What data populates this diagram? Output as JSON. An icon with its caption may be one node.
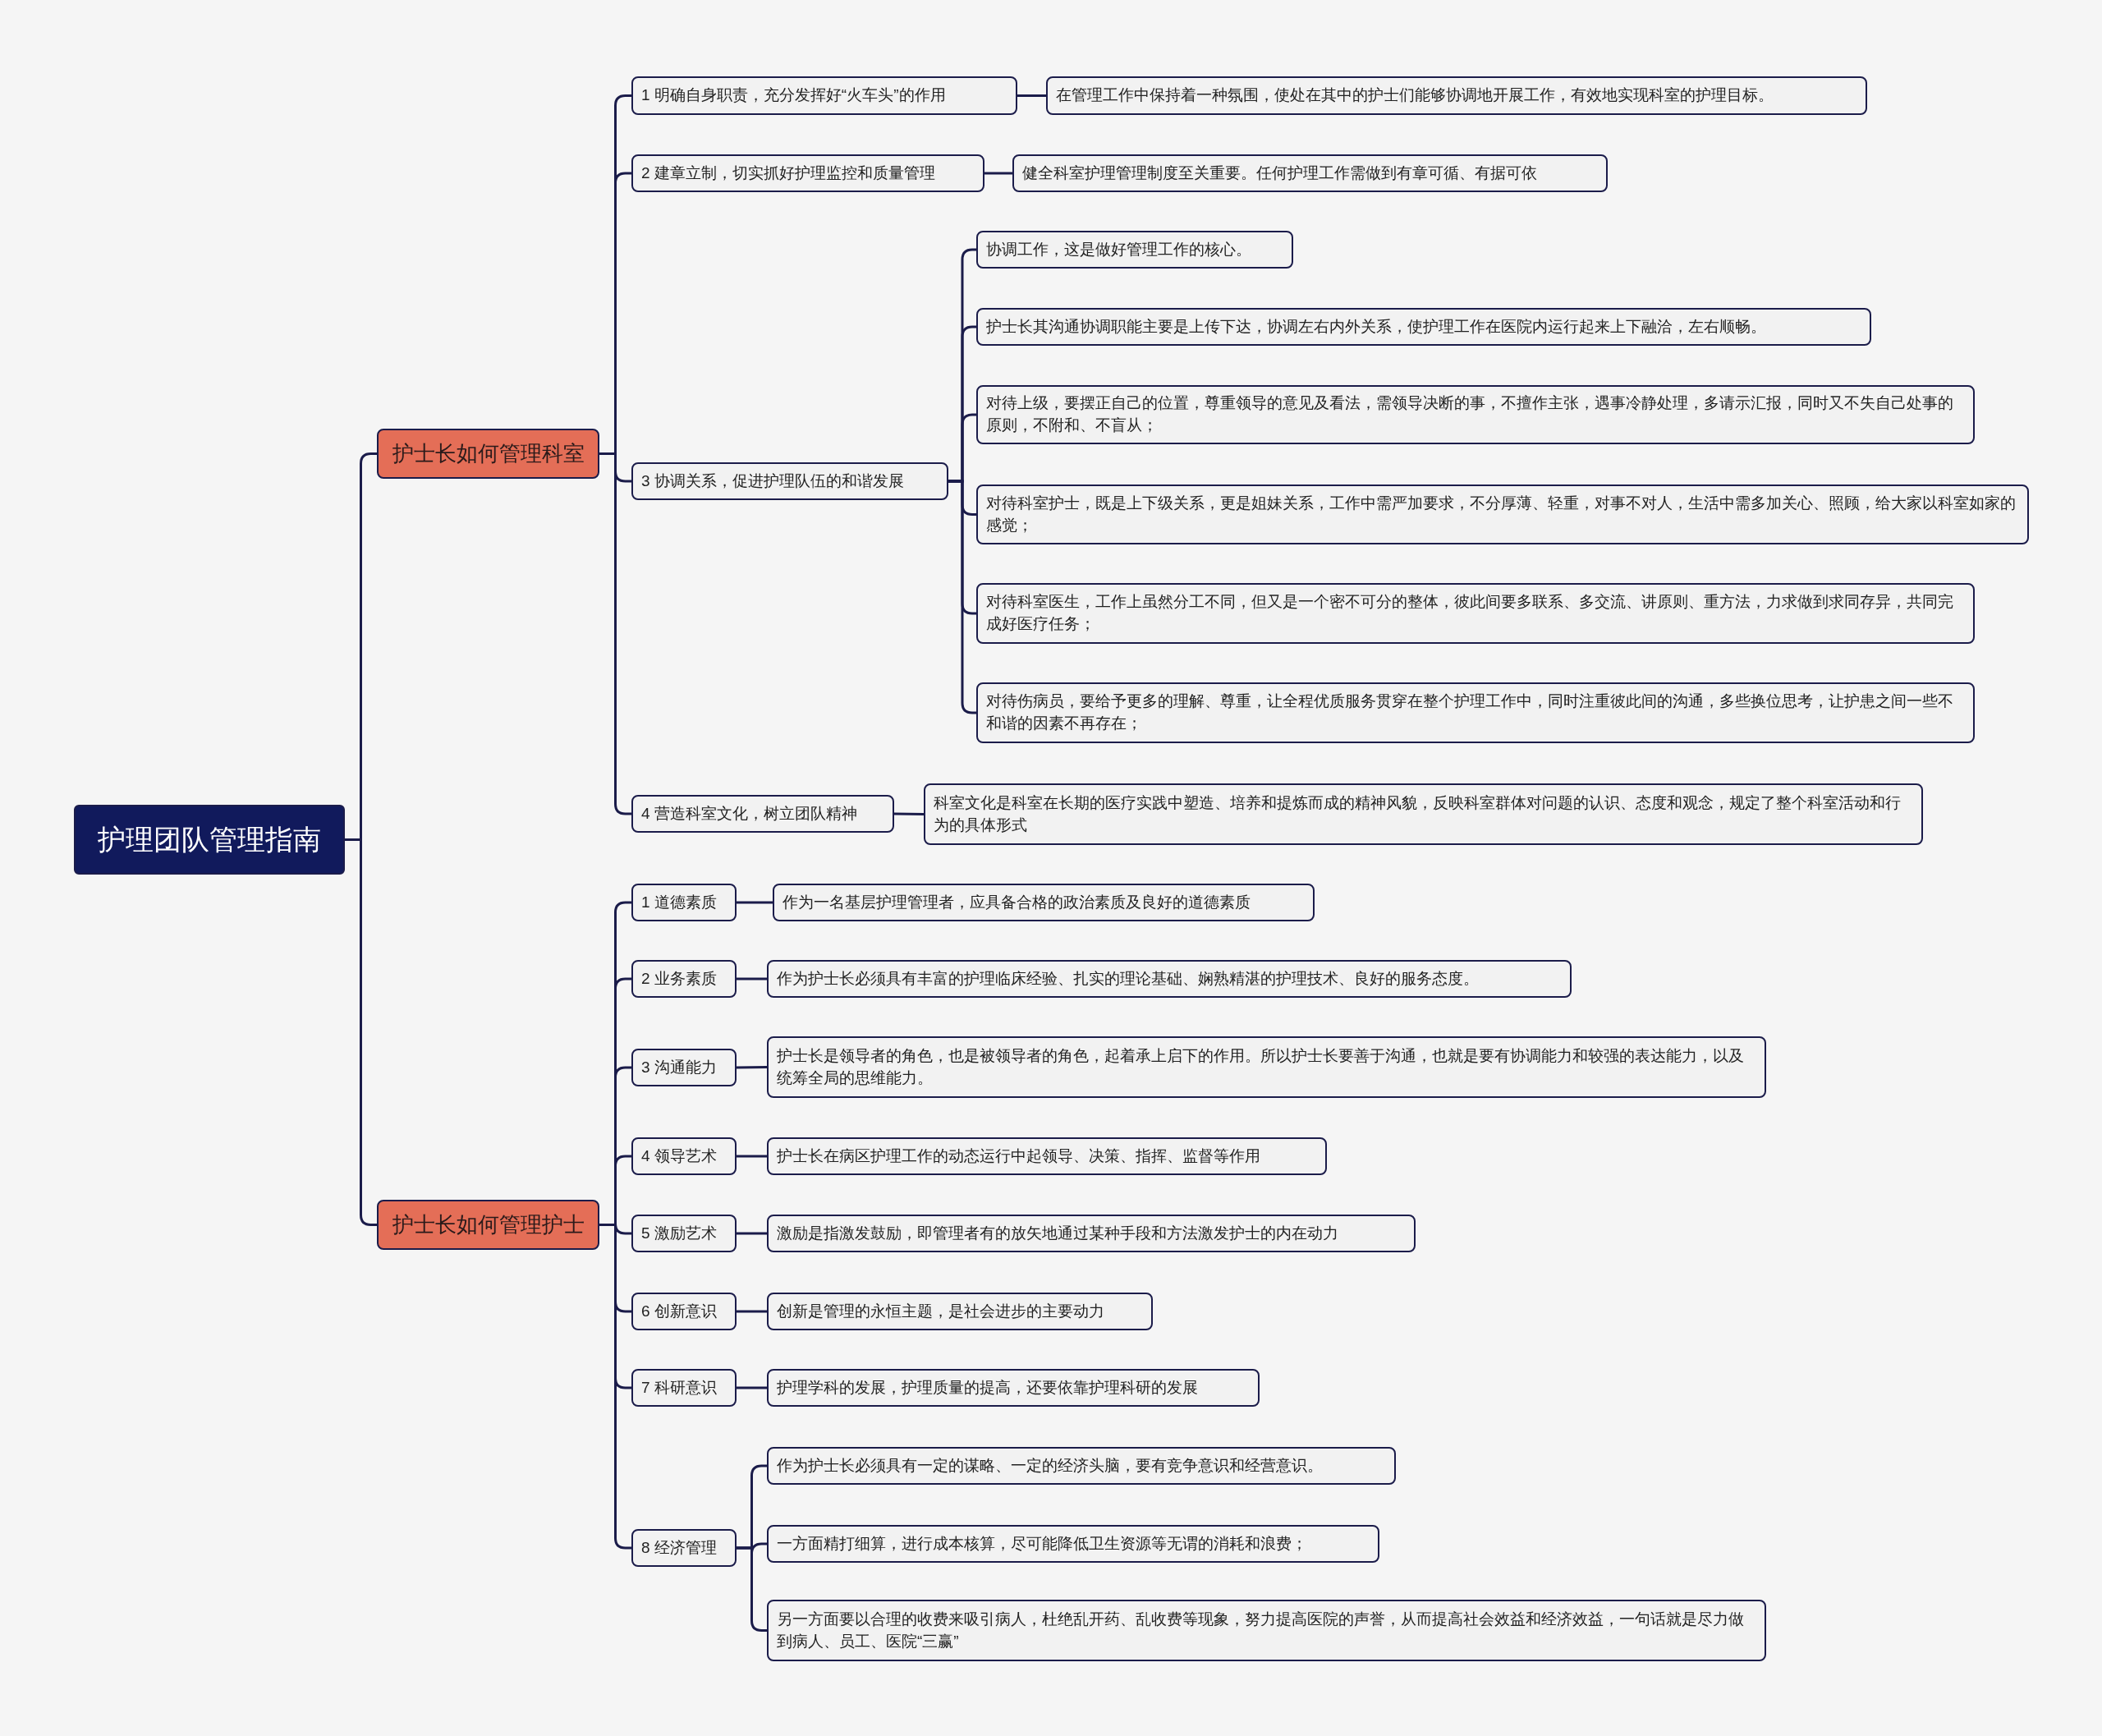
{
  "diagram": {
    "nodes": [
      {
        "text": [
          "护理团队管理指南"
        ]
      },
      {
        "text": [
          "护士长如何管理科室"
        ]
      },
      {
        "text": [
          "1 明确自身职责，充分发挥好“火车头”的作用"
        ]
      },
      {
        "text": [
          "在管理工作中保持着一种氛围，使处在其中的护士们能够协调地开展工作，有效地实现科室的护理目标。"
        ]
      },
      {
        "text": [
          "2 建章立制，切实抓好护理监控和质量管理"
        ]
      },
      {
        "text": [
          "健全科室护理管理制度至关重要。任何护理工作需做到有章可循、有据可依"
        ]
      },
      {
        "text": [
          "3 协调关系，促进护理队伍的和谐发展"
        ]
      },
      {
        "text": [
          "协调工作，这是做好管理工作的核心。"
        ]
      },
      {
        "text": [
          "护士长其沟通协调职能主要是上传下达，协调左右内外关系，使护理工作在医院内运行起来上下融洽，左右顺畅。"
        ]
      },
      {
        "text": [
          "对待上级，要摆正自己的位置，尊重领导的意见及看法，需领导决断的事，不擅作主张，遇事冷静处理，多请示汇报，同时又不失自己处事的原则，不附和、不盲从；"
        ]
      },
      {
        "text": [
          "对待科室护士，既是上下级关系，更是姐妹关系，工作中需严加要求，不分厚薄、轻重，对事不对人，生活中需多加关心、照顾，给大家以科室如家的感觉；"
        ]
      },
      {
        "text": [
          "对待科室医生，工作上虽然分工不同，但又是一个密不可分的整体，彼此间要多联系、多交流、讲原则、重方法，力求做到求同存异，共同完成好医疗任务；"
        ]
      },
      {
        "text": [
          "对待伤病员，要给予更多的理解、尊重，让全程优质服务贯穿在整个护理工作中，同时注重彼此间的沟通，多些换位思考，让护患之间一些不和谐的因素不再存在；"
        ]
      },
      {
        "text": [
          "4 营造科室文化，树立团队精神"
        ]
      },
      {
        "text": [
          "科室文化是科室在长期的医疗实践中塑造、培养和提炼而成的精神风貌，反映科室群体对问题的认识、态度和观念，规定了整个科室活动和行为的具体形式"
        ]
      },
      {
        "text": [
          "护士长如何管理护士"
        ]
      },
      {
        "text": [
          "1 道德素质"
        ]
      },
      {
        "text": [
          "作为一名基层护理管理者，应具备合格的政治素质及良好的道德素质"
        ]
      },
      {
        "text": [
          "2 业务素质"
        ]
      },
      {
        "text": [
          "作为护士长必须具有丰富的护理临床经验、扎实的理论基础、娴熟精湛的护理技术、良好的服务态度。"
        ]
      },
      {
        "text": [
          "3 沟通能力"
        ]
      },
      {
        "text": [
          "护士长是领导者的角色，也是被领导者的角色，起着承上启下的作用。所以护士长要善于沟通，也就是要有协调能力和较强的表达能力，以及统筹全局的思维能力。"
        ]
      },
      {
        "text": [
          "4 领导艺术"
        ]
      },
      {
        "text": [
          "护士长在病区护理工作的动态运行中起领导、决策、指挥、监督等作用"
        ]
      },
      {
        "text": [
          "5 激励艺术"
        ]
      },
      {
        "text": [
          "激励是指激发鼓励，即管理者有的放矢地通过某种手段和方法激发护士的内在动力"
        ]
      },
      {
        "text": [
          "6 创新意识"
        ]
      },
      {
        "text": [
          "创新是管理的永恒主题，是社会进步的主要动力"
        ]
      },
      {
        "text": [
          "7 科研意识"
        ]
      },
      {
        "text": [
          "护理学科的发展，护理质量的提高，还要依靠护理科研的发展"
        ]
      },
      {
        "text": [
          "8 经济管理"
        ]
      },
      {
        "text": [
          "作为护士长必须具有一定的谋略、一定的经济头脑，要有竞争意识和经营意识。"
        ]
      },
      {
        "text": [
          "一方面精打细算，进行成本核算，尽可能降低卫生资源等无谓的消耗和浪费；"
        ]
      },
      {
        "text": [
          "另一方面要以合理的收费来吸引病人，杜绝乱开药、乱收费等现象，努力提高医院的声誉，从而提高社会效益和经济效益，一句话就是尽力做到病人、员工、医院“三赢”"
        ]
      }
    ],
    "edges": [
      {
        "from": 0,
        "to": 1,
        "arrow": "none"
      },
      {
        "from": 1,
        "to": 2,
        "arrow": "none"
      },
      {
        "from": 2,
        "to": 3,
        "arrow": "none"
      },
      {
        "from": 1,
        "to": 4,
        "arrow": "none"
      },
      {
        "from": 4,
        "to": 5,
        "arrow": "none"
      },
      {
        "from": 1,
        "to": 6,
        "arrow": "none"
      },
      {
        "from": 6,
        "to": 7,
        "arrow": "none"
      },
      {
        "from": 6,
        "to": 8,
        "arrow": "none"
      },
      {
        "from": 6,
        "to": 9,
        "arrow": "none"
      },
      {
        "from": 6,
        "to": 10,
        "arrow": "none"
      },
      {
        "from": 6,
        "to": 11,
        "arrow": "none"
      },
      {
        "from": 6,
        "to": 12,
        "arrow": "none"
      },
      {
        "from": 1,
        "to": 13,
        "arrow": "none"
      },
      {
        "from": 13,
        "to": 14,
        "arrow": "none"
      },
      {
        "from": 0,
        "to": 15,
        "arrow": "none"
      },
      {
        "from": 15,
        "to": 16,
        "arrow": "none"
      },
      {
        "from": 16,
        "to": 17,
        "arrow": "none"
      },
      {
        "from": 15,
        "to": 18,
        "arrow": "none"
      },
      {
        "from": 18,
        "to": 19,
        "arrow": "none"
      },
      {
        "from": 15,
        "to": 20,
        "arrow": "none"
      },
      {
        "from": 20,
        "to": 21,
        "arrow": "none"
      },
      {
        "from": 15,
        "to": 22,
        "arrow": "none"
      },
      {
        "from": 22,
        "to": 23,
        "arrow": "none"
      },
      {
        "from": 15,
        "to": 24,
        "arrow": "none"
      },
      {
        "from": 24,
        "to": 25,
        "arrow": "none"
      },
      {
        "from": 15,
        "to": 26,
        "arrow": "none"
      },
      {
        "from": 26,
        "to": 27,
        "arrow": "none"
      },
      {
        "from": 15,
        "to": 28,
        "arrow": "none"
      },
      {
        "from": 28,
        "to": 29,
        "arrow": "none"
      },
      {
        "from": 15,
        "to": 30,
        "arrow": "none"
      },
      {
        "from": 30,
        "to": 31,
        "arrow": "none"
      },
      {
        "from": 30,
        "to": 32,
        "arrow": "none"
      },
      {
        "from": 30,
        "to": 33,
        "arrow": "none"
      }
    ]
  }
}
